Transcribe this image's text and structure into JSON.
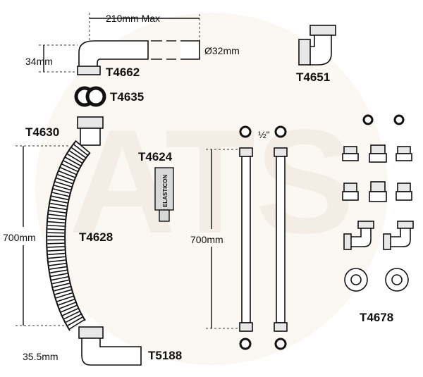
{
  "watermark": {
    "text": "ATS",
    "color": "#f3ede5"
  },
  "waste_kit": {
    "trap_arm": {
      "code": "T4662",
      "length": "210mm Max",
      "diameter": "Ø32mm",
      "height": "34mm"
    },
    "seal": {
      "code": "T4635"
    },
    "connector": {
      "code": "T4630"
    },
    "hose": {
      "code": "T4628",
      "length": "700mm"
    },
    "elbow": {
      "code": "T5188",
      "size": "35.5mm"
    }
  },
  "elbow_fitting": {
    "code": "T4651"
  },
  "sealant": {
    "code": "T4624",
    "brand": "ELASTICON"
  },
  "water_hoses": {
    "size": "½\"",
    "length": "700mm"
  },
  "fittings_kit": {
    "code": "T4678"
  }
}
